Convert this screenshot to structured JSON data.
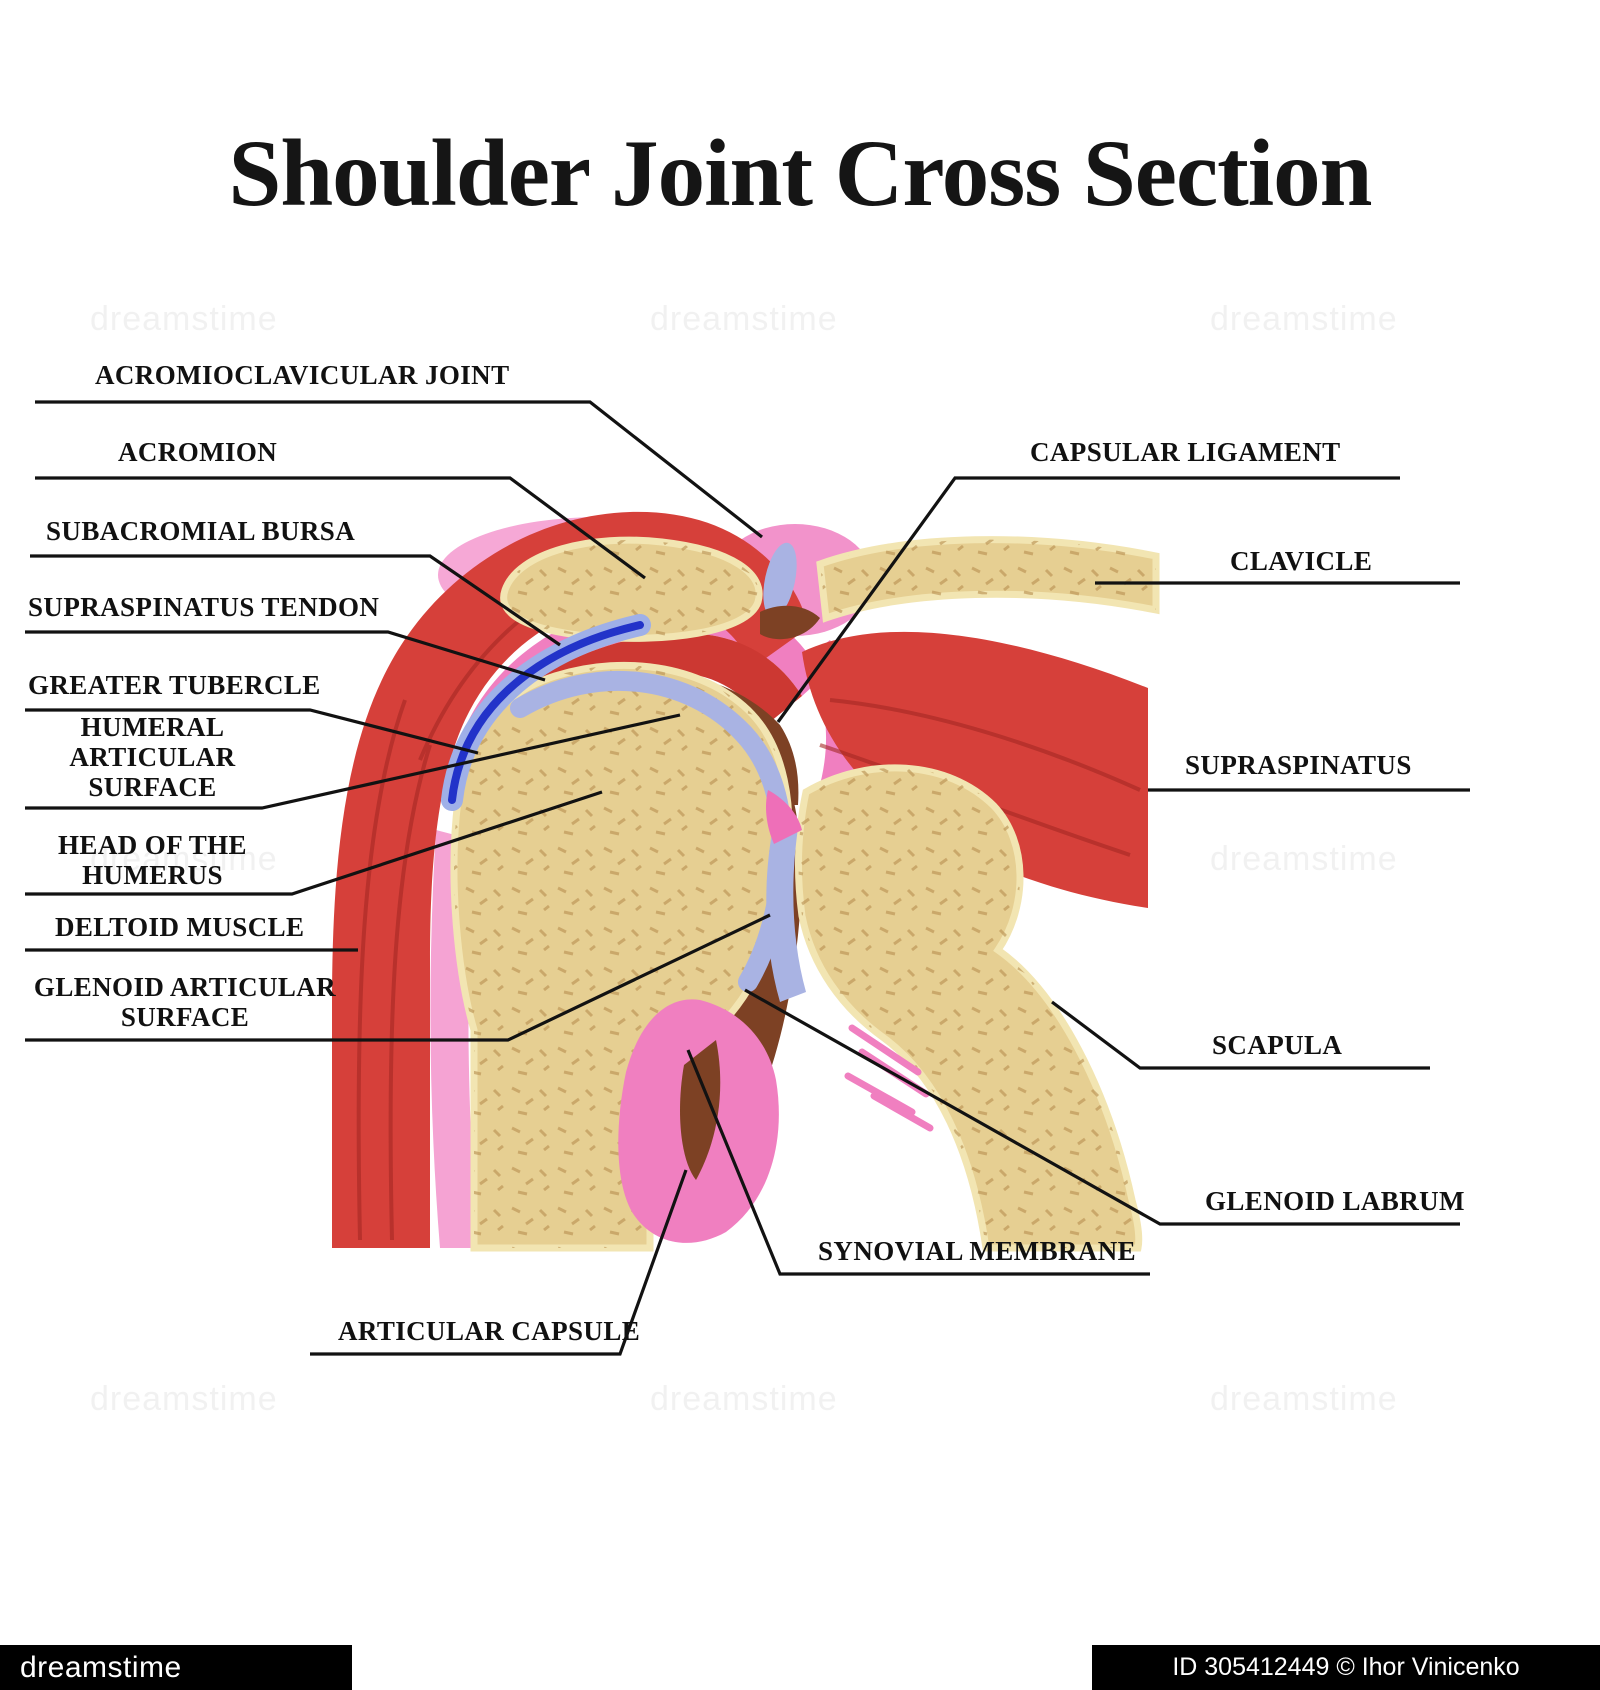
{
  "title": "Shoulder Joint Cross Section",
  "colors": {
    "bone": "#e6cf92",
    "bone_outline": "#f2e5b2",
    "muscle": "#d6403a",
    "capsule": "#f07fc0",
    "cartilage": "#a9b3e3",
    "bursa": "#2233c9",
    "cavity": "#7d4124",
    "line": "#121212"
  },
  "labels": {
    "left": [
      {
        "text": "ACROMIOCLAVICULAR JOINT"
      },
      {
        "text": "ACROMION"
      },
      {
        "text": "SUBACROMIAL BURSA"
      },
      {
        "text": "SUPRASPINATUS TENDON"
      },
      {
        "text": "GREATER TUBERCLE"
      },
      {
        "text": "HUMERAL ARTICULAR SURFACE"
      },
      {
        "text": "HEAD OF THE HUMERUS"
      },
      {
        "text": "DELTOID MUSCLE"
      },
      {
        "text": "GLENOID ARTICULAR SURFACE"
      }
    ],
    "right": [
      {
        "text": "CAPSULAR LIGAMENT"
      },
      {
        "text": "CLAVICLE"
      },
      {
        "text": "SUPRASPINATUS"
      },
      {
        "text": "SCAPULA"
      },
      {
        "text": "GLENOID LABRUM"
      }
    ],
    "bottom": [
      {
        "text": "SYNOVIAL MEMBRANE"
      },
      {
        "text": "ARTICULAR CAPSULE"
      }
    ]
  },
  "watermark": {
    "brand": "dreamstime",
    "credit": "ID 305412449 © Ihor Vinicenko"
  }
}
